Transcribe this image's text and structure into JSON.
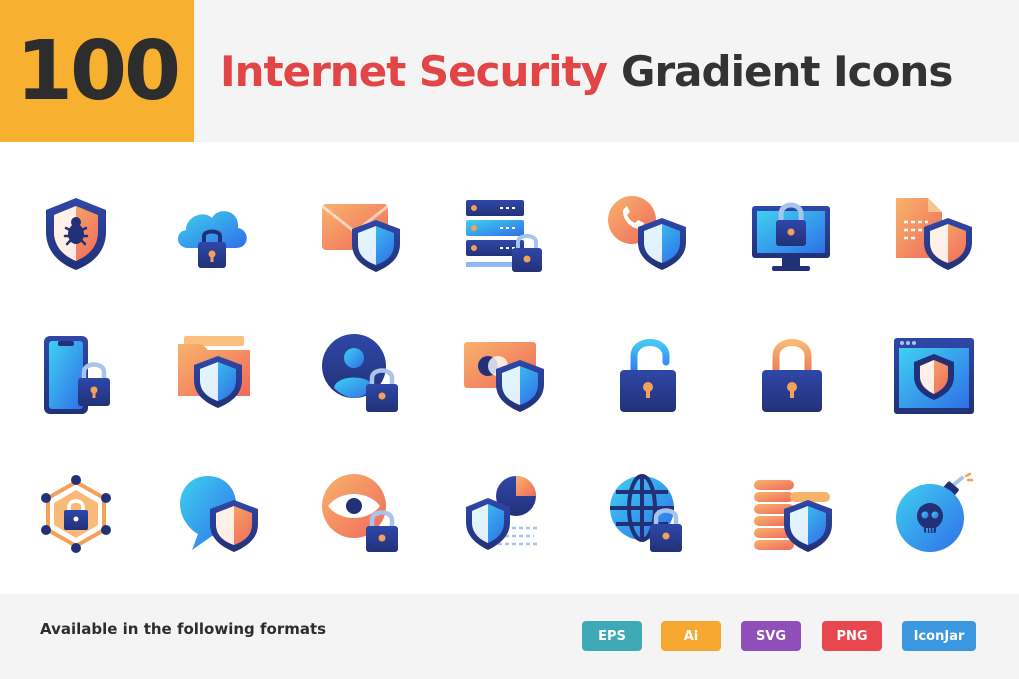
{
  "header": {
    "count": "100",
    "title_highlight": "Internet Security",
    "title_rest": "Gradient Icons"
  },
  "colors": {
    "accent_yellow": "#f7b02f",
    "title_red": "#e24545",
    "navy": "#2b3a8c",
    "blue": "#2f7ff0",
    "cyan": "#3fd0f0",
    "orange": "#f5a05a",
    "red_orange": "#ef6a5c"
  },
  "icons": [
    [
      "shield-bug-icon",
      "cloud-lock-icon",
      "email-shield-icon",
      "server-lock-icon",
      "phone-shield-icon",
      "monitor-lock-icon",
      "document-shield-icon"
    ],
    [
      "smartphone-lock-icon",
      "folder-shield-icon",
      "user-lock-icon",
      "card-shield-icon",
      "unlocked-padlock-icon",
      "locked-padlock-icon",
      "browser-shield-icon"
    ],
    [
      "network-lock-icon",
      "chat-shield-icon",
      "eye-lock-icon",
      "chart-shield-icon",
      "globe-lock-icon",
      "coins-shield-icon",
      "skull-bomb-icon"
    ]
  ],
  "footer": {
    "available_text": "Available in the following formats",
    "formats": [
      {
        "label": "EPS",
        "color": "#3fa9b5"
      },
      {
        "label": "Ai",
        "color": "#f7a830"
      },
      {
        "label": "SVG",
        "color": "#8e4fb8"
      },
      {
        "label": "PNG",
        "color": "#e8474f"
      },
      {
        "label": "IconJar",
        "color": "#3a97e0"
      }
    ]
  }
}
